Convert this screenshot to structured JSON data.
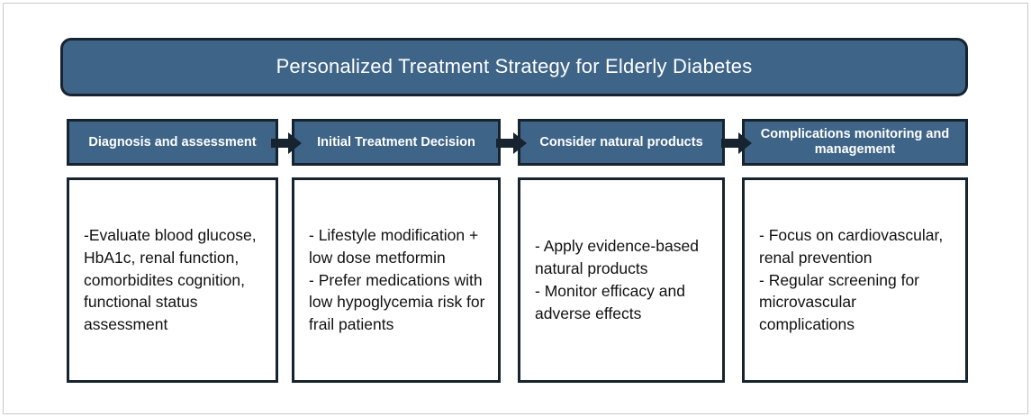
{
  "figure": {
    "title": "Personalized Treatment Strategy for Elderly Diabetes",
    "colors": {
      "header_fill": "#3e6488",
      "border": "#17232f",
      "body_fill": "#ffffff",
      "title_text": "#ffffff",
      "body_text": "#111111",
      "frame": "#c9c9c9",
      "arrow": "#17232f"
    },
    "stages": [
      {
        "header": "Diagnosis and assessment",
        "body": "-Evaluate blood glucose, HbA1c, renal function, comorbidites cognition, functional status assessment"
      },
      {
        "header": "Initial Treatment Decision",
        "body": "- Lifestyle modification + low dose metformin\n- Prefer medications with low hypoglycemia risk for frail patients"
      },
      {
        "header": "Consider natural products",
        "body": "- Apply evidence-based natural products\n- Monitor efficacy and adverse effects"
      },
      {
        "header": "Complications monitoring and management",
        "body": "- Focus on cardiovascular, renal prevention\n- Regular screening for microvascular complications"
      }
    ],
    "connectors": [
      {
        "name": "arrow-stage1-to-stage2"
      },
      {
        "name": "arrow-stage2-to-stage3"
      },
      {
        "name": "arrow-stage3-to-stage4"
      }
    ]
  }
}
